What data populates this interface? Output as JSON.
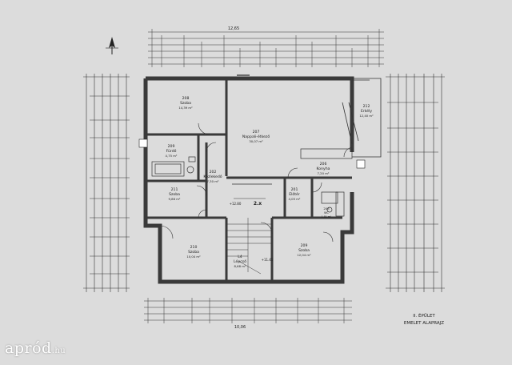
{
  "plan": {
    "title_line1": "II. ÉPÜLET",
    "title_line2": "EMELET ALAPRAJZ",
    "top_overall_dim": "12,65",
    "bottom_overall_dim": "10,06",
    "stair_label": "2.x",
    "levels": [
      "+11.45",
      "+12.80"
    ]
  },
  "rooms": [
    {
      "id": "208",
      "name": "Szoba",
      "area": "14,39 m²"
    },
    {
      "id": "207",
      "name": "Nappali-étkező",
      "area": "30,07 m²"
    },
    {
      "id": "212",
      "name": "Erkély",
      "area": "12,40 m²"
    },
    {
      "id": "209",
      "name": "Fürdő",
      "area": "4,75 m²"
    },
    {
      "id": "202",
      "name": "Közlekedő",
      "area": "7,30 m²"
    },
    {
      "id": "211",
      "name": "Szoba",
      "area": "9,86 m²"
    },
    {
      "id": "206",
      "name": "Konyha",
      "area": "7,20 m²"
    },
    {
      "id": "201",
      "name": "Előtér",
      "area": "4,05 m²"
    },
    {
      "id": "203",
      "name": "WC",
      "area": "1,81 m²"
    },
    {
      "id": "210",
      "name": "Szoba",
      "area": "10,04 m²"
    },
    {
      "id": "L4",
      "name": "Lépcső",
      "area": "8,68 m²"
    },
    {
      "id": "209b",
      "name": "Szoba",
      "area": "12,04 m²"
    }
  ],
  "room_labels": {
    "r208": "208",
    "r207": "207",
    "r212": "212",
    "r209": "209",
    "r202": "202",
    "r211": "211",
    "r206": "206",
    "r201": "201",
    "r203": "203",
    "r210": "210",
    "rL4": "L4",
    "r209b": "209"
  },
  "watermark": {
    "brand": "apród",
    "suffix": ".hu"
  },
  "colors": {
    "background": "#dcdcdc",
    "line": "#2a2a2a",
    "wall": "#3a3a3a",
    "watermark": "#ffffff"
  },
  "icons": [
    "north-arrow-icon"
  ]
}
